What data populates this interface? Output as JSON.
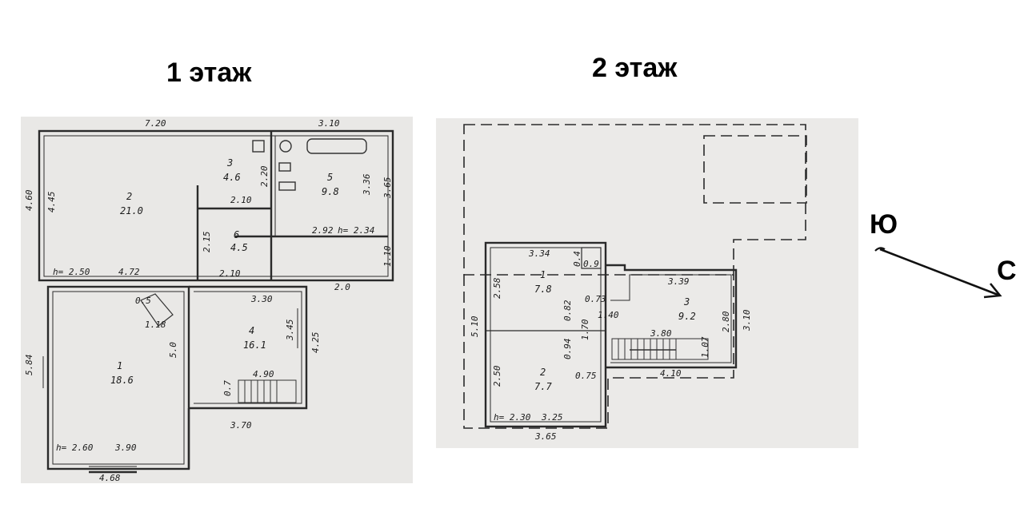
{
  "floor1": {
    "title": "1 этаж",
    "rooms": [
      {
        "num": "1",
        "area": "18.6"
      },
      {
        "num": "2",
        "area": "21.0"
      },
      {
        "num": "3",
        "area": "4.6"
      },
      {
        "num": "4",
        "area": "16.1"
      },
      {
        "num": "5",
        "area": "9.8"
      },
      {
        "num": "6",
        "area": "4.5"
      }
    ],
    "dims": {
      "top_left": "7.20",
      "top_right": "3.10",
      "left_outer": "4.60",
      "left_inner": "4.45",
      "r2_bottom": "4.72",
      "h_r2": "h= 2.50",
      "r3_width": "2.10",
      "r3_height": "2.20",
      "r6_height": "2.15",
      "r6_top": "2.10",
      "r5_inner": "3.36",
      "r5_outer": "3.65",
      "r5_bottom": "2.92",
      "h_r5": "h= 2.34",
      "right_small": "1.10",
      "corridor": "2.0",
      "r4_top": "3.30",
      "r4_right": "3.45",
      "r4_outer": "4.25",
      "r4_wall": "5.0",
      "r4_stair_w": "4.90",
      "r4_stair_h": "0.7",
      "r1_left": "5.84",
      "r1_bottom": "3.90",
      "h_r1": "h= 2.60",
      "r1_corner_a": "0.5",
      "r1_corner_b": "1.18",
      "ext_bottom": "3.70",
      "bottom_total": "4.68"
    }
  },
  "floor2": {
    "title": "2 этаж",
    "rooms": [
      {
        "num": "1",
        "area": "7.8"
      },
      {
        "num": "2",
        "area": "7.7"
      },
      {
        "num": "3",
        "area": "9.2"
      }
    ],
    "dims": {
      "r1_top": "3.34",
      "r1_left": "2.58",
      "r1_small_a": "0.4",
      "r1_small_b": "0.9",
      "left_outer": "5.10",
      "r2_left": "2.50",
      "h_r2": "h= 2.30",
      "r2_bottom": "3.25",
      "bottom_total": "3.65",
      "corr_a": "0.73",
      "corr_b": "0.82",
      "corr_c": "1.40",
      "corr_d": "1.70",
      "corr_e": "0.94",
      "corr_f": "0.75",
      "r3_top": "3.39",
      "r3_inner": "2.80",
      "r3_outer": "3.10",
      "stair_w": "3.80",
      "stair_h": "1.07",
      "r3_bottom": "4.10"
    }
  },
  "compass": {
    "south": "Ю",
    "north": "С"
  }
}
